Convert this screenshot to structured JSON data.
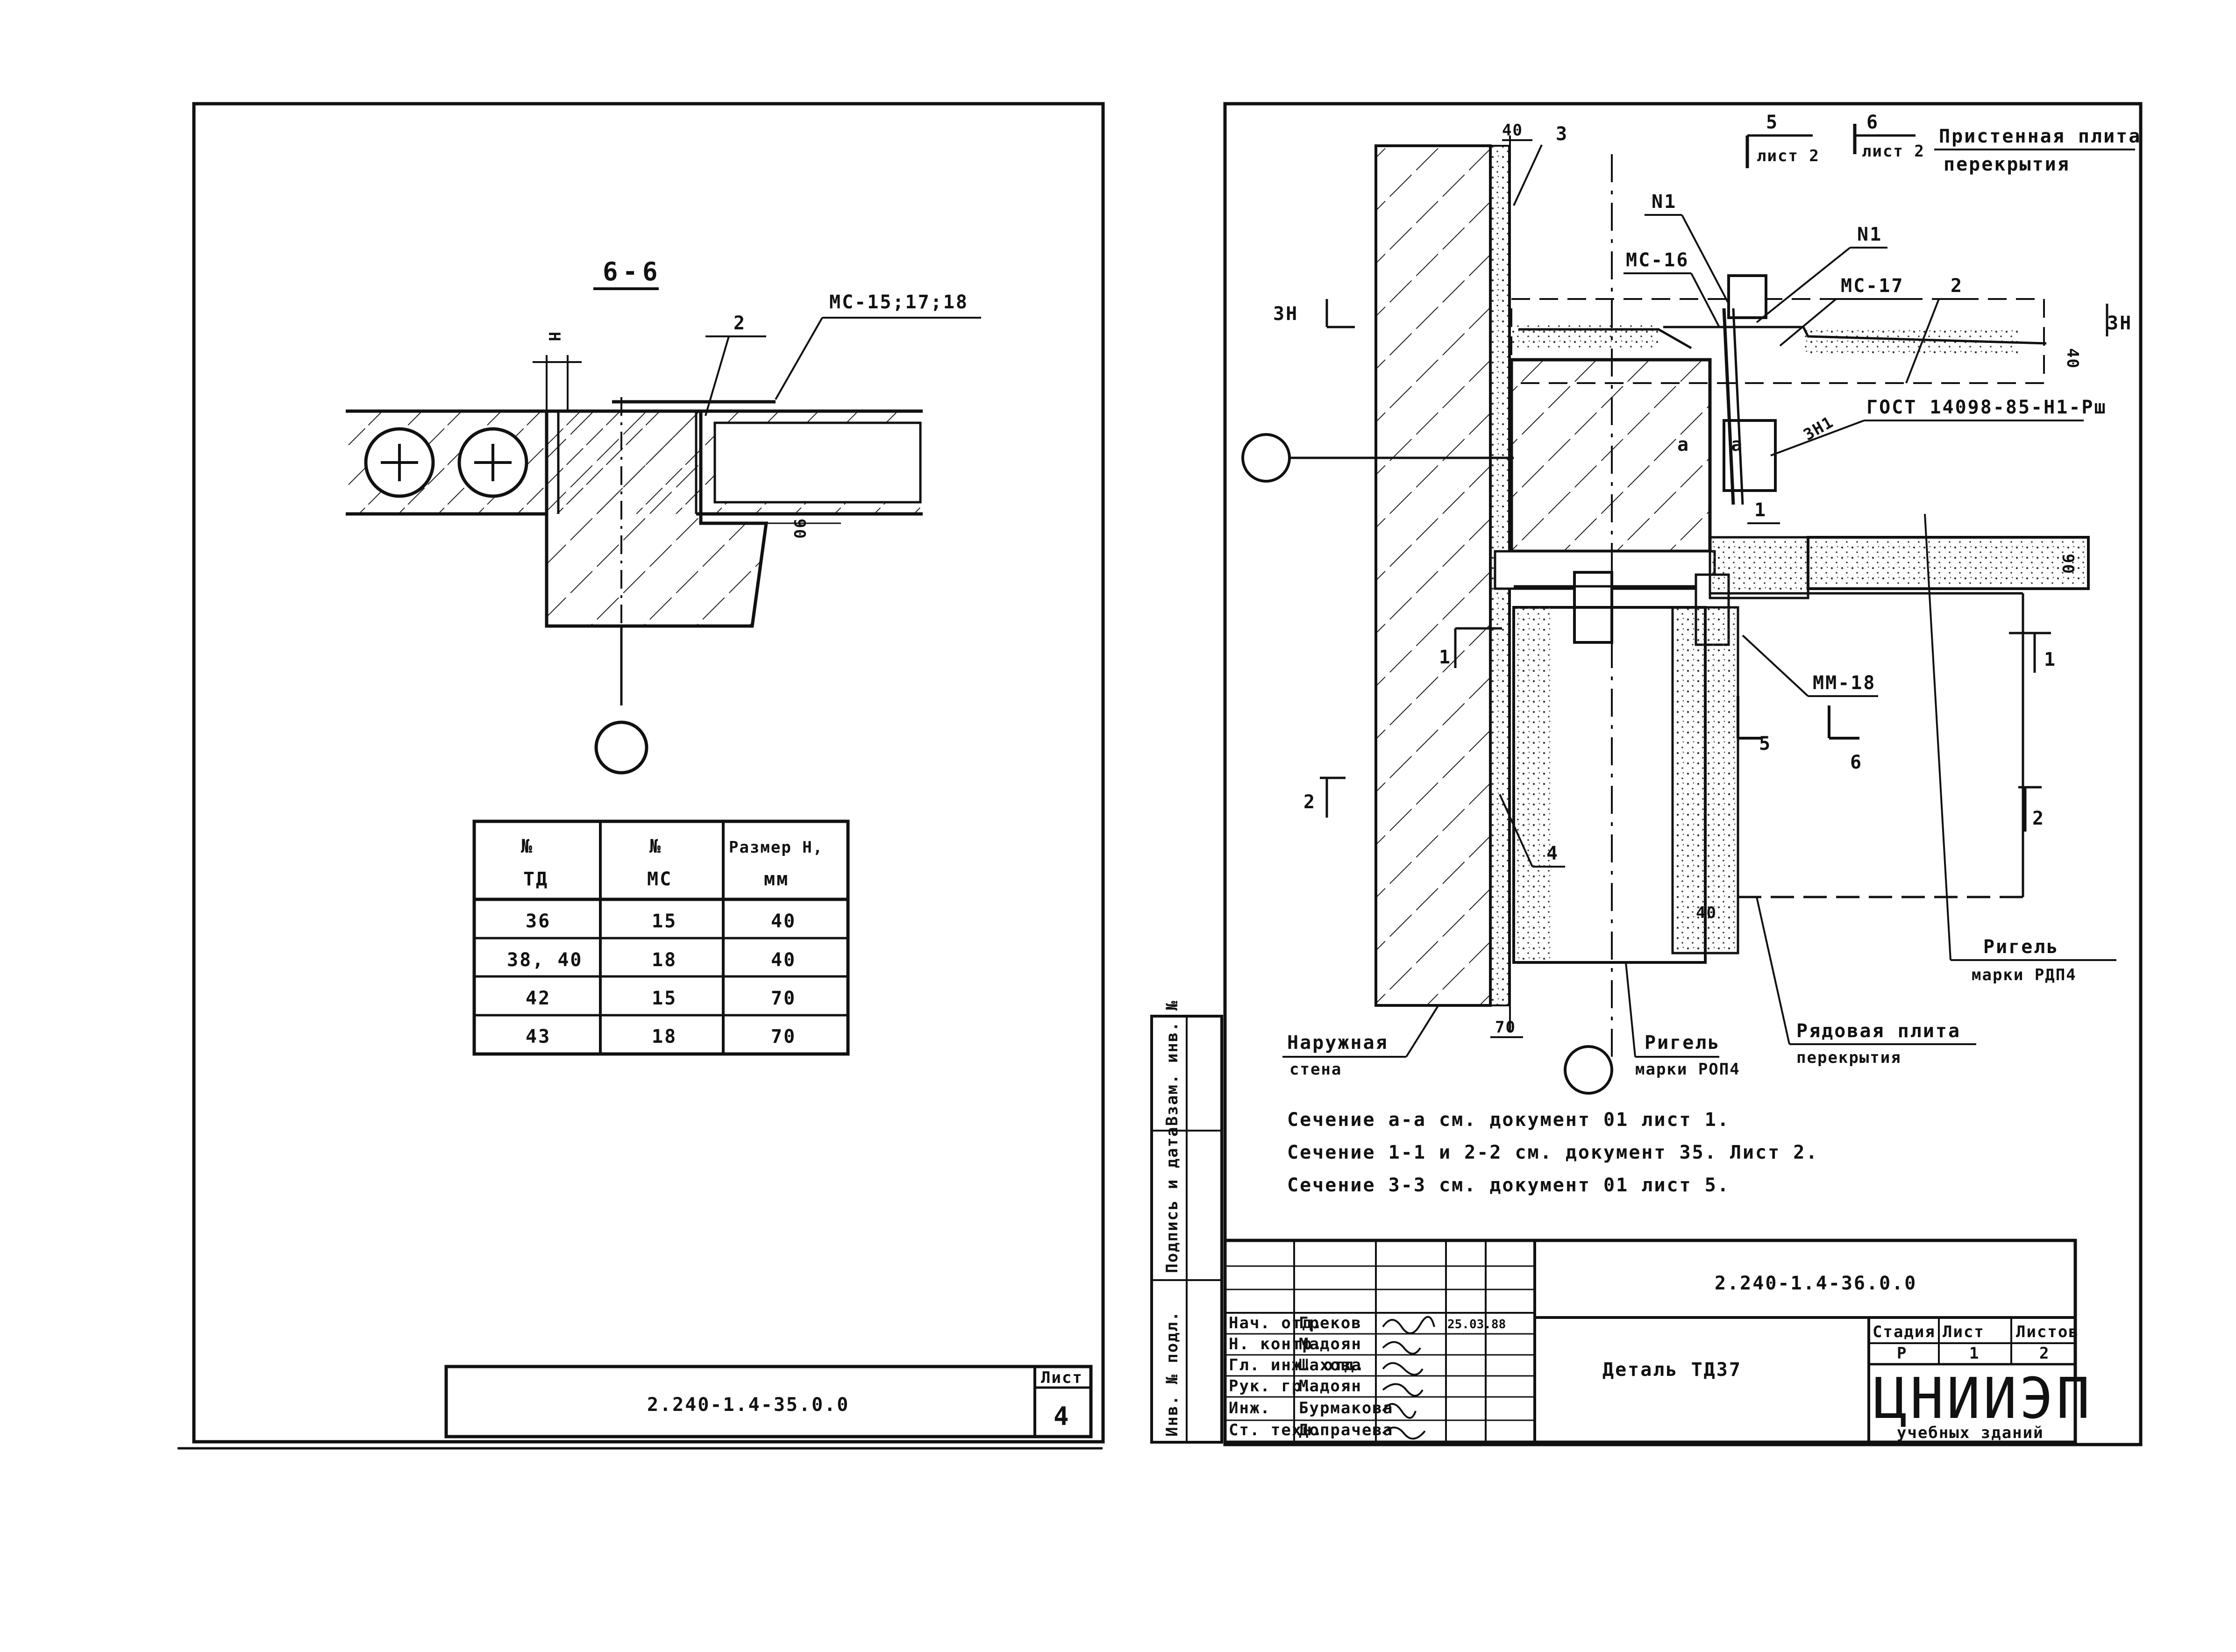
{
  "left_sheet": {
    "section_title": "6-6",
    "dim_label": "H",
    "dim_90": "90",
    "mark_2": "2",
    "mark_mc": "МС-15;17;18",
    "table": {
      "headers": [
        [
          "№",
          "ТД"
        ],
        [
          "№",
          "МС"
        ],
        [
          "Размер Н,",
          "мм"
        ]
      ],
      "rows": [
        [
          "36",
          "15",
          "40"
        ],
        [
          "38, 40",
          "18",
          "40"
        ],
        [
          "42",
          "15",
          "70"
        ],
        [
          "43",
          "18",
          "70"
        ]
      ]
    },
    "stamp_code": "2.240-1.4-35.0.0",
    "sheet_label": "Лист",
    "sheet_number": "4"
  },
  "right_sheet": {
    "labels": {
      "dim_40_top": "40",
      "mark_3": "3",
      "sect5": "5",
      "sect5_sheet": "лист 2",
      "sect6": "6",
      "sect6_sheet": "лист 2",
      "plate_wall_1": "Пристенная плита",
      "plate_wall_2": "перекрытия",
      "n1a": "N1",
      "n1b": "N1",
      "mc16": "МС-16",
      "mc17": "МС-17",
      "mark_2": "2",
      "sect3_left": "3Н",
      "sect3_right": "3Н",
      "dim_40_right": "40",
      "gost": "ГОСТ 14098-85-Н1-Рш",
      "zn1": "3Н1",
      "aa_left": "а",
      "aa_right": "а",
      "mark_1": "1",
      "dim_90": "90",
      "mm18": "ММ-18",
      "sect1_left": "1",
      "sect1_right": "1",
      "sect5b": "5",
      "sect6b": "6",
      "sect2_left": "2",
      "sect2_right": "2",
      "mark_4": "4",
      "dim_40_bottom": "40",
      "rigel_rdp_1": "Ригель",
      "rigel_rdp_2": "марки РДП4",
      "dim_70": "70",
      "wall_1": "Наружная",
      "wall_2": "стена",
      "rigel_rop_1": "Ригель",
      "rigel_rop_2": "марки РОП4",
      "plate_row_1": "Рядовая плита",
      "plate_row_2": "перекрытия"
    },
    "notes": [
      "Сечение а-а см. документ 01 лист 1.",
      "Сечение 1-1 и 2-2 см. документ 35. Лист 2.",
      "Сечение 3-3 см. документ 01 лист 5."
    ],
    "side_stamp": [
      "Инв. № подл.",
      "Подпись и дата",
      "Взам. инв. №"
    ],
    "title_block": {
      "code": "2.240-1.4-36.0.0",
      "title": "Деталь ТД37",
      "roles": [
        "Нач. отд.",
        "Н. контр.",
        "Гл. инж. отд.",
        "Рук. гр.",
        "Инж.",
        "Ст. техн."
      ],
      "names": [
        "Греков",
        "Мадоян",
        "Шахова",
        "Мадоян",
        "Бурмакова",
        "Допрачева"
      ],
      "date": "25.03.88",
      "stage_label": "Стадия",
      "sheet_label": "Лист",
      "sheets_label": "Листов",
      "stage": "Р",
      "sheet": "1",
      "sheets": "2",
      "org": "ЦНИИЭП",
      "org_sub": "учебных зданий"
    }
  }
}
